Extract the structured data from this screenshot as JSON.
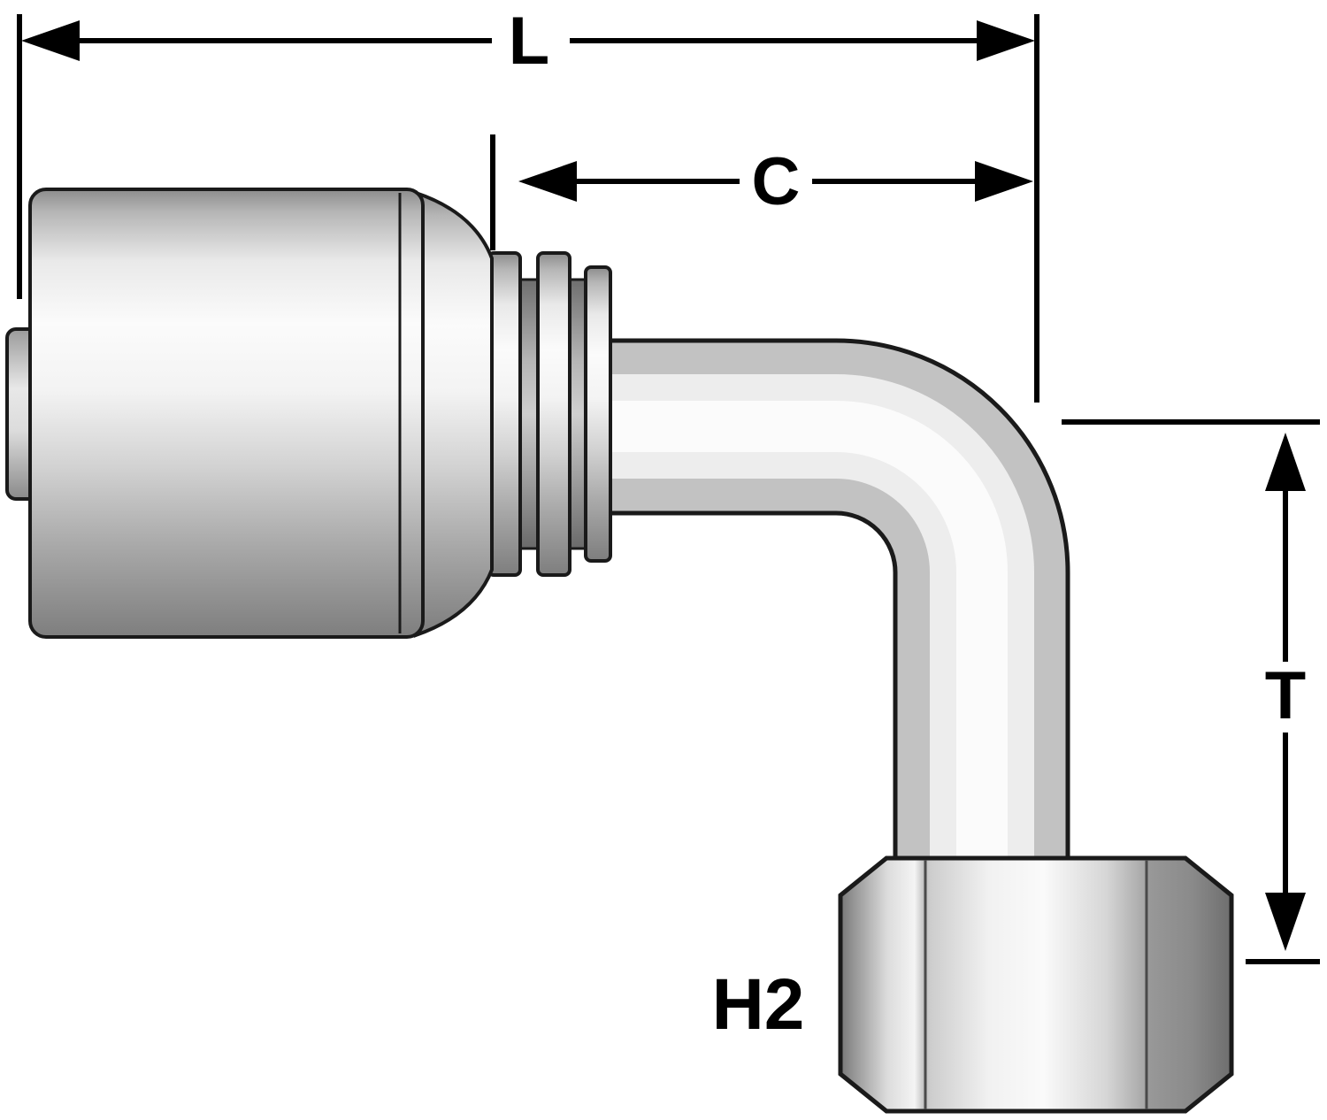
{
  "labels": {
    "dim_l": "L",
    "dim_c": "C",
    "dim_t": "T",
    "part": "H2"
  },
  "palette": {
    "background": "#ffffff",
    "outline": "#1a1a1a",
    "dimension_lines": "#000000",
    "metal_highlight": "#fbfbfb",
    "metal_mid": "#c2c2c2",
    "metal_dark": "#7e7e7e"
  }
}
